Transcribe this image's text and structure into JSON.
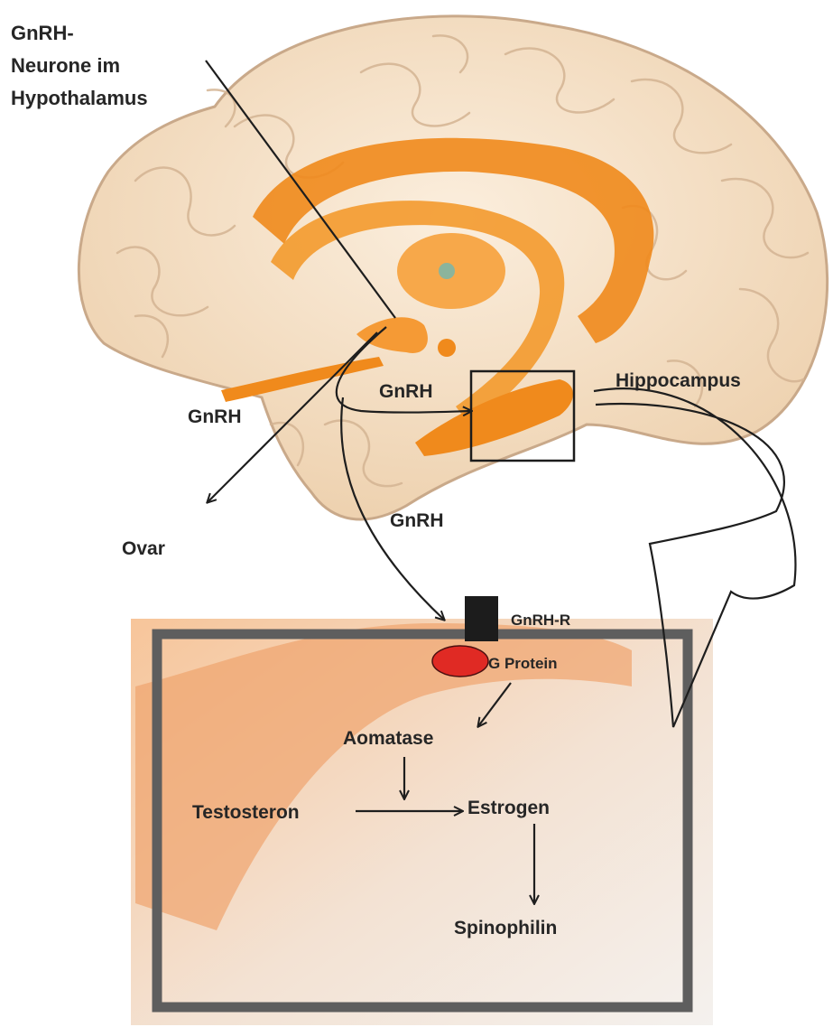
{
  "title_label": [
    "GnRH-",
    "Neurone im",
    "Hypothalamus"
  ],
  "labels": {
    "gnrh_left": "GnRH",
    "gnrh_center": "GnRH",
    "gnrh_lower": "GnRH",
    "ovar": "Ovar",
    "hippocampus": "Hippocampus"
  },
  "inset": {
    "receptor": "GnRH-R",
    "g_protein": "G Protein",
    "aromatase": "Aomatase",
    "testosterone": "Testosteron",
    "estrogen": "Estrogen",
    "spinophilin": "Spinophilin"
  },
  "colors": {
    "brain": "#f2dcc0",
    "brain_outline": "#c9a98a",
    "limbic": "#f08a1c",
    "limbic_light": "#f7a84a",
    "inset_frame": "#5e5e5e",
    "g_protein": "#e02a24",
    "receptor": "#1c1c1c"
  }
}
